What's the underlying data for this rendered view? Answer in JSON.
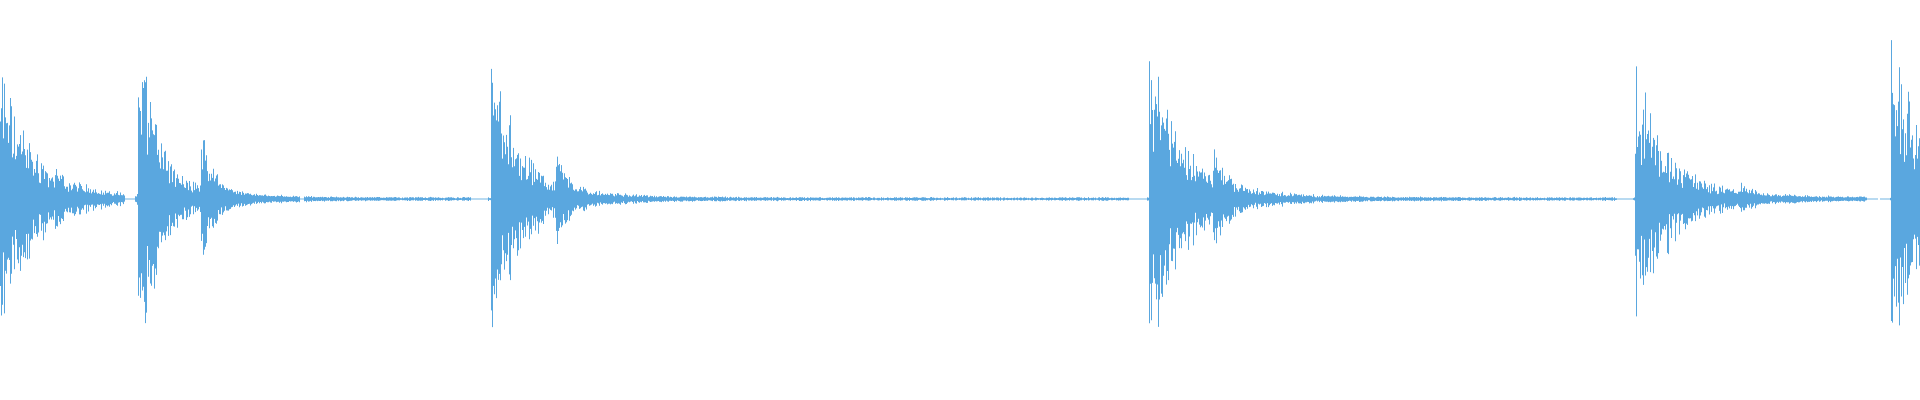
{
  "waveform": {
    "color": "#5aa7df",
    "background": "#ffffff",
    "onsets": [
      {
        "position": 0.0,
        "peak": 0.7,
        "decay": 0.045
      },
      {
        "position": 0.072,
        "peak": 0.82,
        "decay": 0.03
      },
      {
        "position": 0.105,
        "peak": 0.32,
        "decay": 0.015
      },
      {
        "position": 0.256,
        "peak": 0.72,
        "decay": 0.04
      },
      {
        "position": 0.29,
        "peak": 0.18,
        "decay": 0.012
      },
      {
        "position": 0.599,
        "peak": 0.74,
        "decay": 0.045
      },
      {
        "position": 0.632,
        "peak": 0.2,
        "decay": 0.012
      },
      {
        "position": 0.852,
        "peak": 0.65,
        "decay": 0.045
      },
      {
        "position": 0.907,
        "peak": 0.06,
        "decay": 0.01
      },
      {
        "position": 0.985,
        "peak": 0.74,
        "decay": 0.06
      }
    ],
    "gaps": [
      [
        0.065,
        0.07
      ],
      [
        0.156,
        0.158
      ],
      [
        0.245,
        0.254
      ],
      [
        0.588,
        0.597
      ],
      [
        0.842,
        0.85
      ],
      [
        0.972,
        0.984
      ]
    ]
  }
}
